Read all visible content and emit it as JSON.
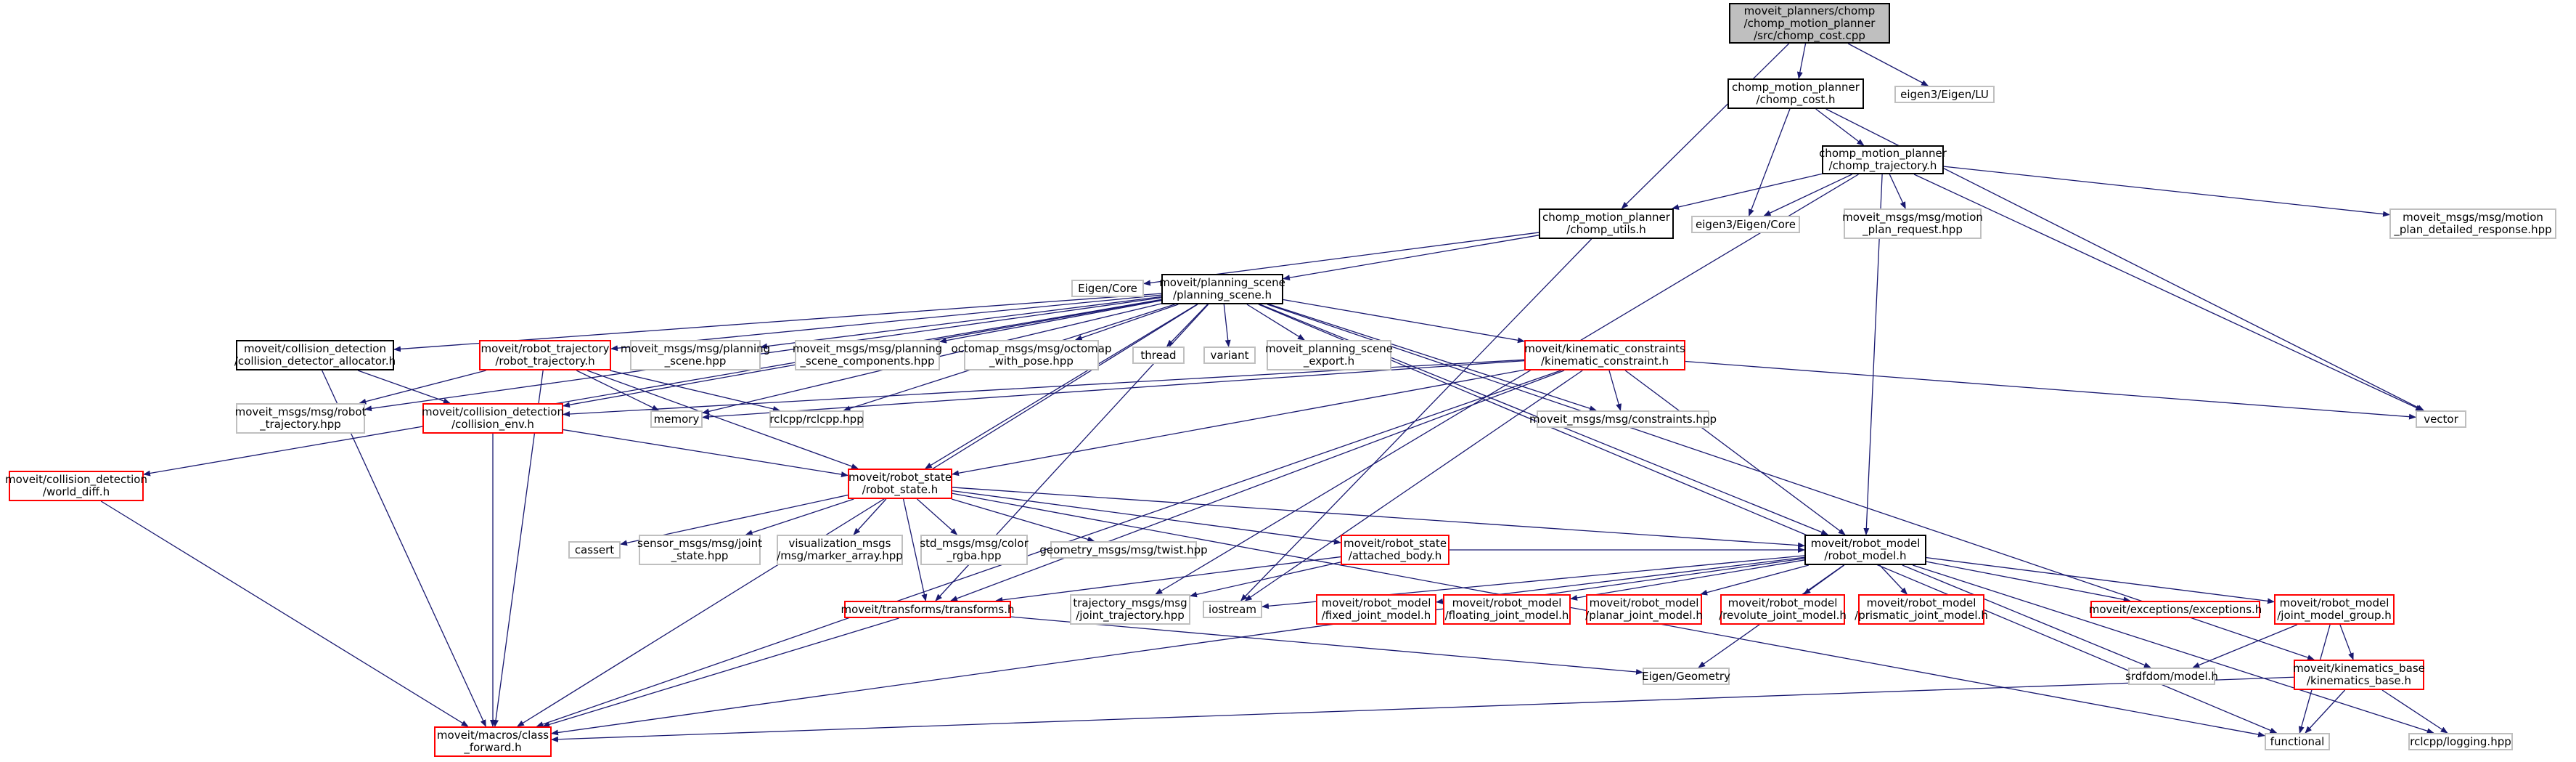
{
  "colors": {
    "edge": "#191970",
    "root_fill": "#bfbfbf",
    "external_border": "#bfbfbf",
    "missing_border": "#ff0000",
    "documented_border": "#000000"
  },
  "nodes": [
    {
      "id": "root",
      "kind": "root",
      "lines": [
        "moveit_planners/chomp",
        "/chomp_motion_planner",
        "/src/chomp_cost.cpp"
      ]
    },
    {
      "id": "chomp_cost",
      "kind": "std",
      "lines": [
        "chomp_motion_planner",
        "/chomp_cost.h"
      ]
    },
    {
      "id": "eigen_lu",
      "kind": "ext",
      "lines": [
        "eigen3/Eigen/LU"
      ]
    },
    {
      "id": "chomp_traj",
      "kind": "std",
      "lines": [
        "chomp_motion_planner",
        "/chomp_trajectory.h"
      ]
    },
    {
      "id": "chomp_utils",
      "kind": "std",
      "lines": [
        "chomp_motion_planner",
        "/chomp_utils.h"
      ]
    },
    {
      "id": "eigen_core3",
      "kind": "ext",
      "lines": [
        "eigen3/Eigen/Core"
      ]
    },
    {
      "id": "motion_plan_req",
      "kind": "ext",
      "lines": [
        "moveit_msgs/msg/motion",
        "_plan_request.hpp"
      ]
    },
    {
      "id": "motion_plan_resp",
      "kind": "ext",
      "lines": [
        "moveit_msgs/msg/motion",
        "_plan_detailed_response.hpp"
      ]
    },
    {
      "id": "eigen_core",
      "kind": "ext",
      "lines": [
        "Eigen/Core"
      ]
    },
    {
      "id": "planning_scene",
      "kind": "std",
      "lines": [
        "moveit/planning_scene",
        "/planning_scene.h"
      ]
    },
    {
      "id": "vector",
      "kind": "ext",
      "lines": [
        "vector"
      ]
    },
    {
      "id": "cd_alloc",
      "kind": "std",
      "lines": [
        "moveit/collision_detection",
        "/collision_detector_allocator.h"
      ]
    },
    {
      "id": "robot_traj",
      "kind": "miss",
      "lines": [
        "moveit/robot_trajectory",
        "/robot_trajectory.h"
      ]
    },
    {
      "id": "ps_msg",
      "kind": "ext",
      "lines": [
        "moveit_msgs/msg/planning",
        "_scene.hpp"
      ]
    },
    {
      "id": "psc_msg",
      "kind": "ext",
      "lines": [
        "moveit_msgs/msg/planning",
        "_scene_components.hpp"
      ]
    },
    {
      "id": "octomap",
      "kind": "ext",
      "lines": [
        "octomap_msgs/msg/octomap",
        "_with_pose.hpp"
      ]
    },
    {
      "id": "thread",
      "kind": "ext",
      "lines": [
        "thread"
      ]
    },
    {
      "id": "variant",
      "kind": "ext",
      "lines": [
        "variant"
      ]
    },
    {
      "id": "ps_export",
      "kind": "ext",
      "lines": [
        "moveit_planning_scene",
        "_export.h"
      ]
    },
    {
      "id": "kin_constraint",
      "kind": "miss",
      "lines": [
        "moveit/kinematic_constraints",
        "/kinematic_constraint.h"
      ]
    },
    {
      "id": "world_diff",
      "kind": "miss",
      "lines": [
        "moveit/collision_detection",
        "/world_diff.h"
      ]
    },
    {
      "id": "rt_msg",
      "kind": "ext",
      "lines": [
        "moveit_msgs/msg/robot",
        "_trajectory.hpp"
      ]
    },
    {
      "id": "collision_env",
      "kind": "miss",
      "lines": [
        "moveit/collision_detection",
        "/collision_env.h"
      ]
    },
    {
      "id": "memory",
      "kind": "ext",
      "lines": [
        "memory"
      ]
    },
    {
      "id": "rclcpp",
      "kind": "ext",
      "lines": [
        "rclcpp/rclcpp.hpp"
      ]
    },
    {
      "id": "constraints_msg",
      "kind": "ext",
      "lines": [
        "moveit_msgs/msg/constraints.hpp"
      ]
    },
    {
      "id": "robot_state",
      "kind": "miss",
      "lines": [
        "moveit/robot_state",
        "/robot_state.h"
      ]
    },
    {
      "id": "cassert",
      "kind": "ext",
      "lines": [
        "cassert"
      ]
    },
    {
      "id": "joint_state",
      "kind": "ext",
      "lines": [
        "sensor_msgs/msg/joint",
        "_state.hpp"
      ]
    },
    {
      "id": "marker_array",
      "kind": "ext",
      "lines": [
        "visualization_msgs",
        "/msg/marker_array.hpp"
      ]
    },
    {
      "id": "color_rgba",
      "kind": "ext",
      "lines": [
        "std_msgs/msg/color",
        "_rgba.hpp"
      ]
    },
    {
      "id": "twist",
      "kind": "ext",
      "lines": [
        "geometry_msgs/msg/twist.hpp"
      ]
    },
    {
      "id": "attached_body",
      "kind": "miss",
      "lines": [
        "moveit/robot_state",
        "/attached_body.h"
      ]
    },
    {
      "id": "robot_model",
      "kind": "std",
      "lines": [
        "moveit/robot_model",
        "/robot_model.h"
      ]
    },
    {
      "id": "transforms",
      "kind": "miss",
      "lines": [
        "moveit/transforms/transforms.h"
      ]
    },
    {
      "id": "joint_traj",
      "kind": "ext",
      "lines": [
        "trajectory_msgs/msg",
        "/joint_trajectory.hpp"
      ]
    },
    {
      "id": "iostream",
      "kind": "ext",
      "lines": [
        "iostream"
      ]
    },
    {
      "id": "fixed_jm",
      "kind": "miss",
      "lines": [
        "moveit/robot_model",
        "/fixed_joint_model.h"
      ]
    },
    {
      "id": "floating_jm",
      "kind": "miss",
      "lines": [
        "moveit/robot_model",
        "/floating_joint_model.h"
      ]
    },
    {
      "id": "planar_jm",
      "kind": "miss",
      "lines": [
        "moveit/robot_model",
        "/planar_joint_model.h"
      ]
    },
    {
      "id": "revolute_jm",
      "kind": "miss",
      "lines": [
        "moveit/robot_model",
        "/revolute_joint_model.h"
      ]
    },
    {
      "id": "prismatic_jm",
      "kind": "miss",
      "lines": [
        "moveit/robot_model",
        "/prismatic_joint_model.h"
      ]
    },
    {
      "id": "exceptions",
      "kind": "miss",
      "lines": [
        "moveit/exceptions/exceptions.h"
      ]
    },
    {
      "id": "jmg",
      "kind": "miss",
      "lines": [
        "moveit/robot_model",
        "/joint_model_group.h"
      ]
    },
    {
      "id": "eigen_geometry",
      "kind": "ext",
      "lines": [
        "Eigen/Geometry"
      ]
    },
    {
      "id": "srdfdom",
      "kind": "ext",
      "lines": [
        "srdfdom/model.h"
      ]
    },
    {
      "id": "kin_base",
      "kind": "miss",
      "lines": [
        "moveit/kinematics_base",
        "/kinematics_base.h"
      ]
    },
    {
      "id": "class_forward",
      "kind": "miss",
      "lines": [
        "moveit/macros/class",
        "_forward.h"
      ]
    },
    {
      "id": "functional",
      "kind": "ext",
      "lines": [
        "functional"
      ]
    },
    {
      "id": "logging",
      "kind": "ext",
      "lines": [
        "rclcpp/logging.hpp"
      ]
    }
  ],
  "edges": [
    [
      "root",
      "chomp_cost"
    ],
    [
      "root",
      "eigen_lu"
    ],
    [
      "root",
      "chomp_utils"
    ],
    [
      "chomp_cost",
      "chomp_traj"
    ],
    [
      "chomp_cost",
      "eigen_core3"
    ],
    [
      "chomp_cost",
      "vector"
    ],
    [
      "chomp_traj",
      "chomp_utils"
    ],
    [
      "chomp_traj",
      "eigen_core3"
    ],
    [
      "chomp_traj",
      "motion_plan_req"
    ],
    [
      "chomp_traj",
      "motion_plan_resp"
    ],
    [
      "chomp_traj",
      "vector"
    ],
    [
      "chomp_traj",
      "robot_model"
    ],
    [
      "chomp_traj",
      "joint_traj"
    ],
    [
      "chomp_utils",
      "eigen_core"
    ],
    [
      "chomp_utils",
      "planning_scene"
    ],
    [
      "chomp_utils",
      "iostream"
    ],
    [
      "planning_scene",
      "cd_alloc"
    ],
    [
      "planning_scene",
      "robot_traj"
    ],
    [
      "planning_scene",
      "ps_msg"
    ],
    [
      "planning_scene",
      "psc_msg"
    ],
    [
      "planning_scene",
      "octomap"
    ],
    [
      "planning_scene",
      "thread"
    ],
    [
      "planning_scene",
      "variant"
    ],
    [
      "planning_scene",
      "ps_export"
    ],
    [
      "planning_scene",
      "kin_constraint"
    ],
    [
      "planning_scene",
      "world_diff"
    ],
    [
      "planning_scene",
      "rt_msg"
    ],
    [
      "planning_scene",
      "collision_env"
    ],
    [
      "planning_scene",
      "memory"
    ],
    [
      "planning_scene",
      "rclcpp"
    ],
    [
      "planning_scene",
      "constraints_msg"
    ],
    [
      "planning_scene",
      "robot_state"
    ],
    [
      "planning_scene",
      "transforms"
    ],
    [
      "planning_scene",
      "robot_model"
    ],
    [
      "planning_scene",
      "kin_base"
    ],
    [
      "planning_scene",
      "class_forward"
    ],
    [
      "planning_scene",
      "functional"
    ],
    [
      "cd_alloc",
      "collision_env"
    ],
    [
      "cd_alloc",
      "class_forward"
    ],
    [
      "robot_traj",
      "rt_msg"
    ],
    [
      "robot_traj",
      "memory"
    ],
    [
      "robot_traj",
      "rclcpp"
    ],
    [
      "robot_traj",
      "robot_state"
    ],
    [
      "robot_traj",
      "class_forward"
    ],
    [
      "kin_constraint",
      "constraints_msg"
    ],
    [
      "kin_constraint",
      "vector"
    ],
    [
      "kin_constraint",
      "collision_env"
    ],
    [
      "kin_constraint",
      "robot_state"
    ],
    [
      "kin_constraint",
      "robot_model"
    ],
    [
      "kin_constraint",
      "transforms"
    ],
    [
      "kin_constraint",
      "iostream"
    ],
    [
      "kin_constraint",
      "class_forward"
    ],
    [
      "kin_constraint",
      "memory"
    ],
    [
      "world_diff",
      "class_forward"
    ],
    [
      "collision_env",
      "robot_state"
    ],
    [
      "collision_env",
      "class_forward"
    ],
    [
      "robot_state",
      "cassert"
    ],
    [
      "robot_state",
      "joint_state"
    ],
    [
      "robot_state",
      "marker_array"
    ],
    [
      "robot_state",
      "color_rgba"
    ],
    [
      "robot_state",
      "twist"
    ],
    [
      "robot_state",
      "attached_body"
    ],
    [
      "robot_state",
      "robot_model"
    ],
    [
      "robot_state",
      "transforms"
    ],
    [
      "robot_state",
      "functional"
    ],
    [
      "attached_body",
      "transforms"
    ],
    [
      "attached_body",
      "joint_traj"
    ],
    [
      "attached_body",
      "robot_model"
    ],
    [
      "robot_model",
      "fixed_jm"
    ],
    [
      "robot_model",
      "floating_jm"
    ],
    [
      "robot_model",
      "planar_jm"
    ],
    [
      "robot_model",
      "revolute_jm"
    ],
    [
      "robot_model",
      "prismatic_jm"
    ],
    [
      "robot_model",
      "exceptions"
    ],
    [
      "robot_model",
      "jmg"
    ],
    [
      "robot_model",
      "eigen_geometry"
    ],
    [
      "robot_model",
      "srdfdom"
    ],
    [
      "robot_model",
      "iostream"
    ],
    [
      "robot_model",
      "class_forward"
    ],
    [
      "robot_model",
      "logging"
    ],
    [
      "transforms",
      "eigen_geometry"
    ],
    [
      "transforms",
      "class_forward"
    ],
    [
      "jmg",
      "srdfdom"
    ],
    [
      "jmg",
      "kin_base"
    ],
    [
      "jmg",
      "functional"
    ],
    [
      "kin_base",
      "class_forward"
    ],
    [
      "kin_base",
      "functional"
    ],
    [
      "kin_base",
      "logging"
    ]
  ]
}
